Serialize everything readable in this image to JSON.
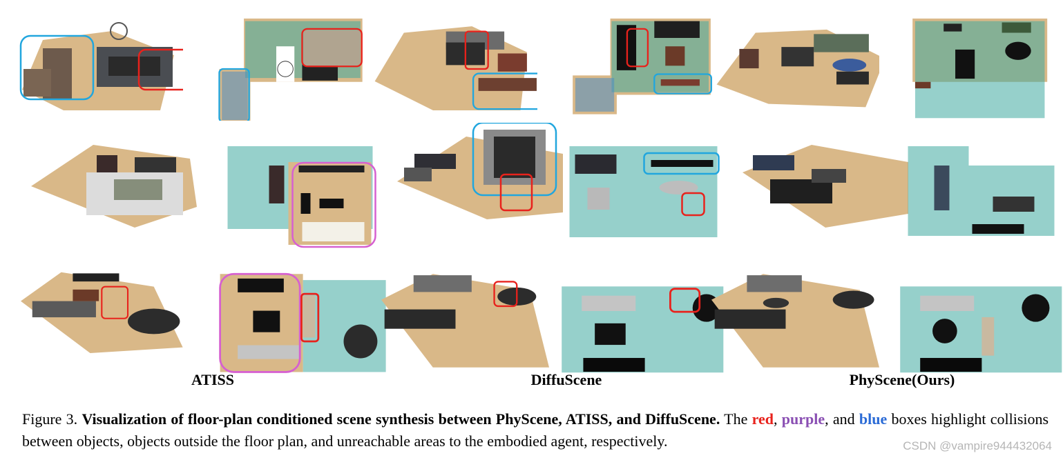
{
  "columns": [
    {
      "id": "atiss",
      "label": "ATISS"
    },
    {
      "id": "diffuscene",
      "label": "DiffuScene"
    },
    {
      "id": "physcene",
      "label": "PhyScene(Ours)"
    }
  ],
  "caption": {
    "figure_label": "Figure 3.",
    "title": "Visualization of floor-plan conditioned scene synthesis between PhyScene, ATISS, and DiffuScene.",
    "text_before_red": "The",
    "red": "red",
    "comma_after_red": ",",
    "purple": "purple",
    "text_after_purple": ", and",
    "blue": "blue",
    "text_after_blue": "boxes highlight collisions between objects, objects outside the floor plan, and unreachable areas to the embodied agent, respectively."
  },
  "highlight_colors": {
    "red": "#e8221c",
    "purple": "#d660d0",
    "blue": "#21a6de"
  },
  "watermark": "CSDN @vampire944432064"
}
